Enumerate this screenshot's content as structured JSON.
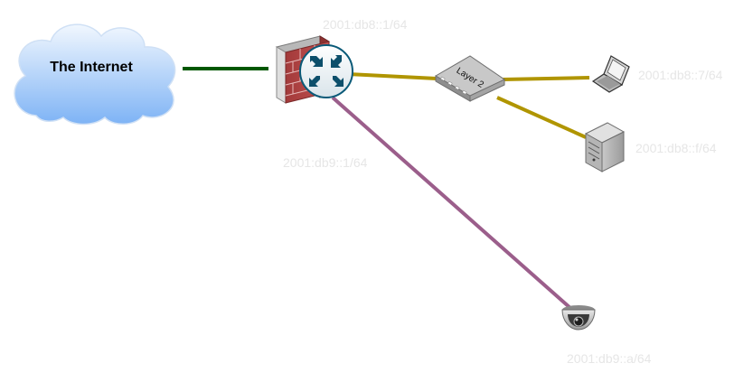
{
  "diagram": {
    "cloud": {
      "label": "The Internet"
    },
    "switch": {
      "label": "Layer 2"
    },
    "addresses": {
      "router_lan": "2001:db8::1/64",
      "router_iot": "2001:db9::1/64",
      "laptop": "2001:db8::7/64",
      "server": "2001:db8::f/64",
      "camera": "2001:db9::a/64"
    },
    "link_colors": {
      "wan": "#005700",
      "lan": "#b09500",
      "iot": "#9b5e8b"
    },
    "node_icons": {
      "cloud": "cloud-icon",
      "firewall": "firewall-icon",
      "router": "router-icon",
      "switch": "switch-icon",
      "laptop": "laptop-icon",
      "server": "server-icon",
      "camera": "camera-icon"
    }
  }
}
